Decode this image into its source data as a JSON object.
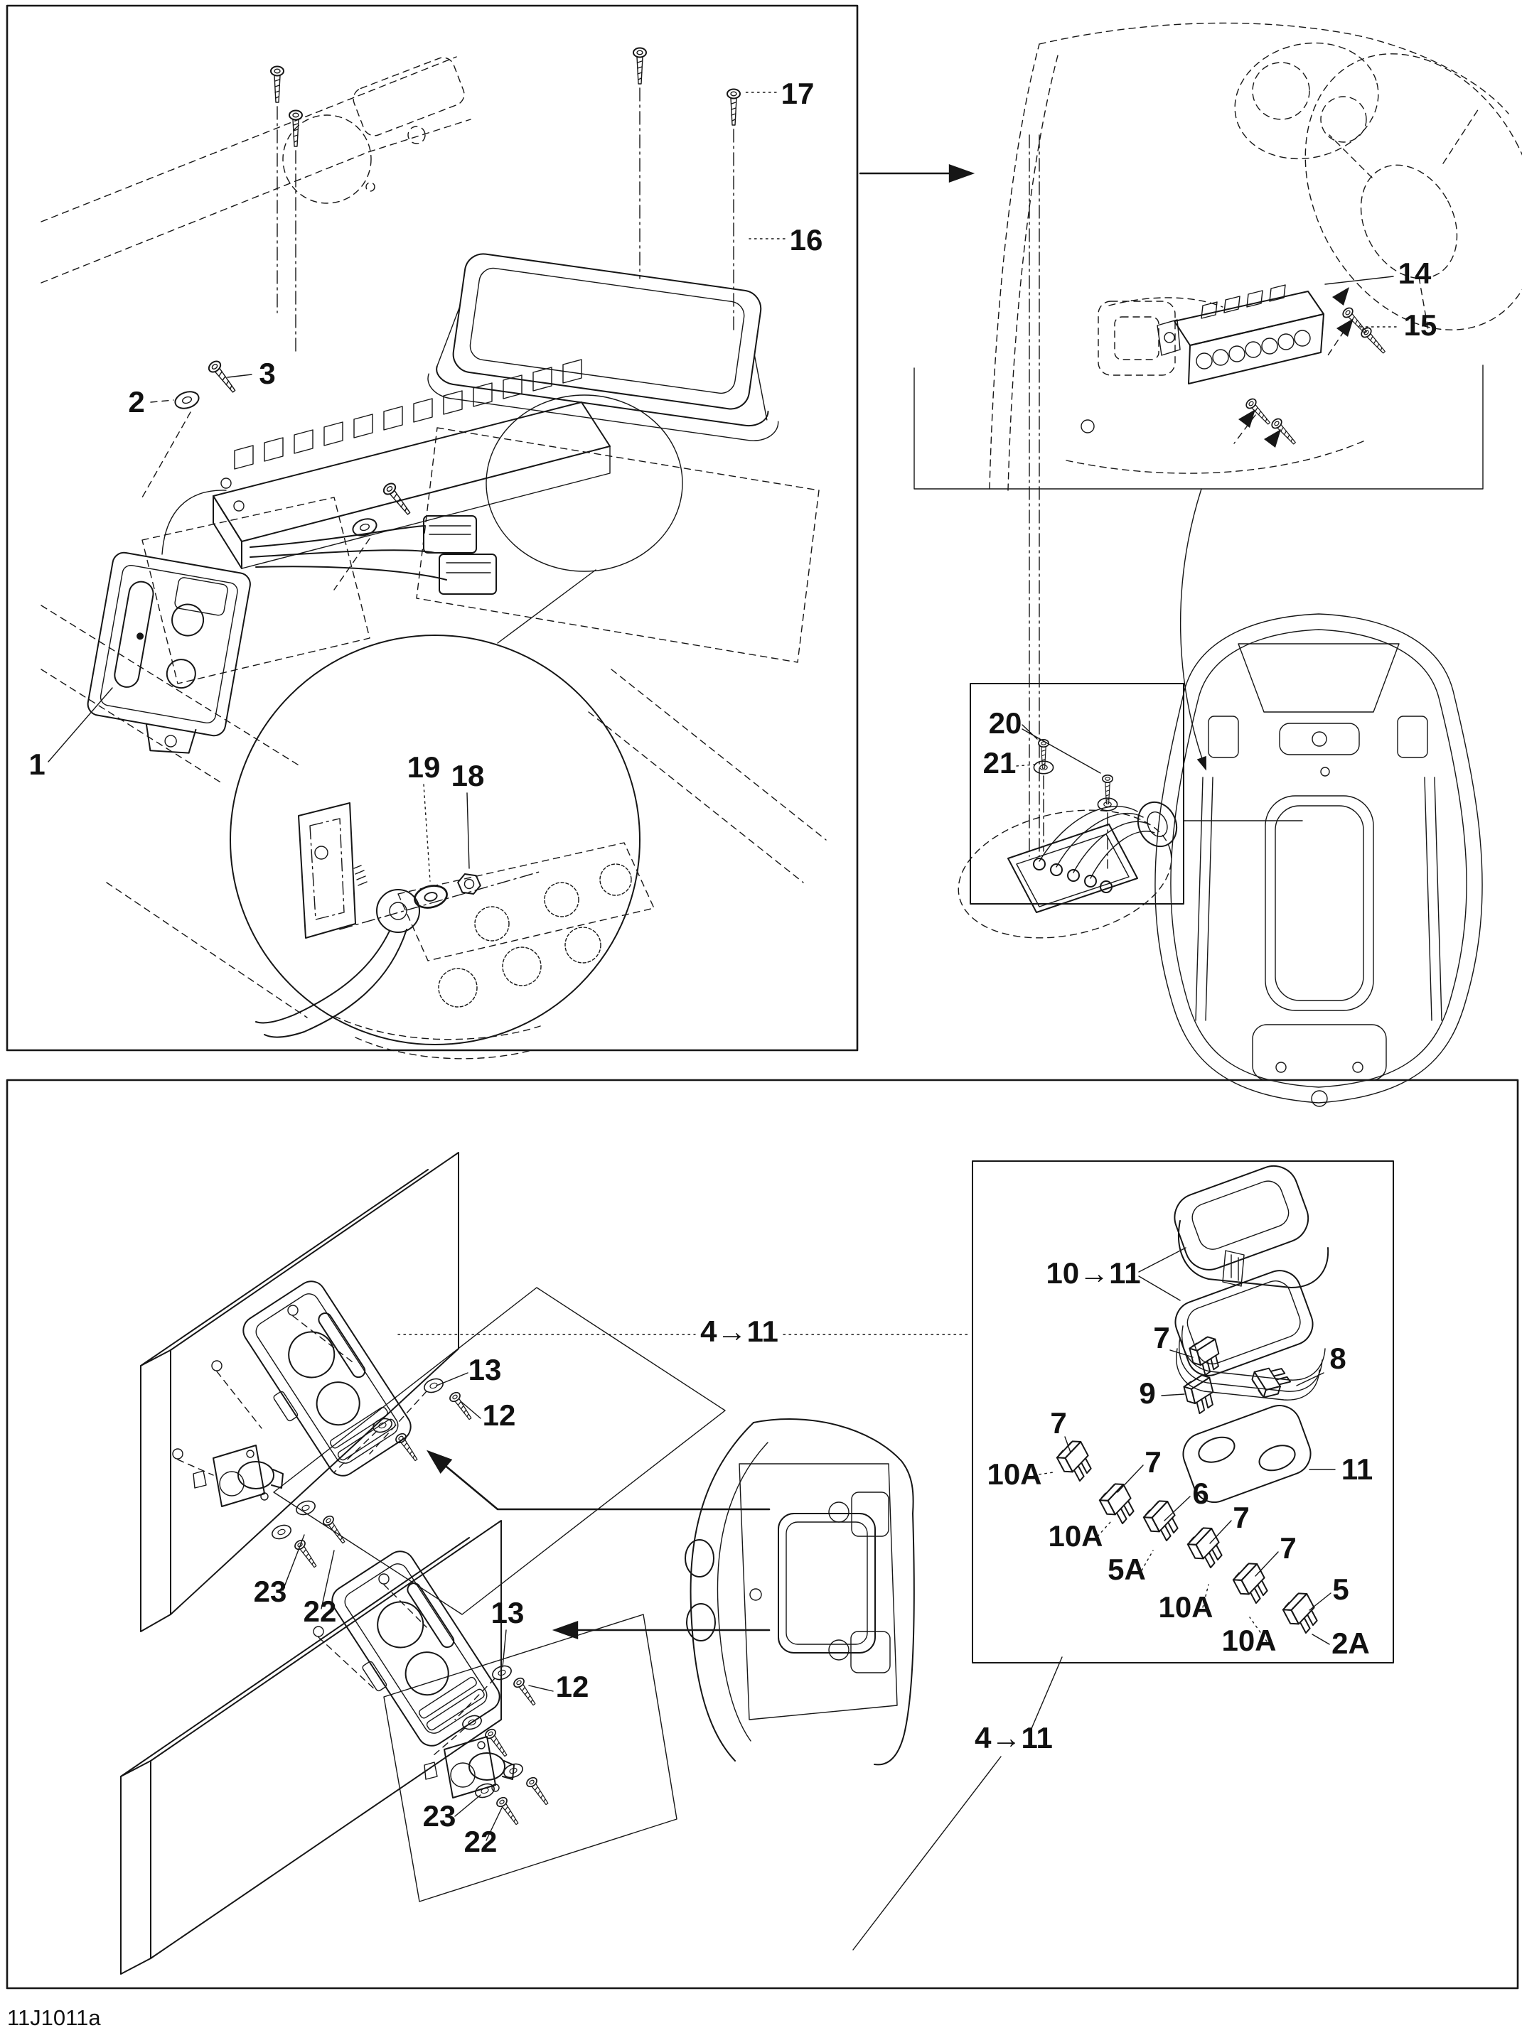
{
  "document": {
    "code": "11J1011a",
    "kind": "exploded-parts-diagram",
    "line_color": "#161616",
    "background": "#ffffff"
  },
  "callouts": [
    {
      "part": "17",
      "text": "17"
    },
    {
      "part": "16",
      "text": "16"
    },
    {
      "part": "3",
      "text": "3"
    },
    {
      "part": "2",
      "text": "2"
    },
    {
      "part": "1",
      "text": "1"
    },
    {
      "part": "19",
      "text": "19"
    },
    {
      "part": "18",
      "text": "18"
    },
    {
      "part": "14",
      "text": "14"
    },
    {
      "part": "15",
      "text": "15"
    },
    {
      "part": "20",
      "text": "20"
    },
    {
      "part": "21",
      "text": "21"
    },
    {
      "part": "4-11-top",
      "text": "4→11"
    },
    {
      "part": "13-upper",
      "text": "13"
    },
    {
      "part": "12-upper",
      "text": "12"
    },
    {
      "part": "23-upper",
      "text": "23"
    },
    {
      "part": "22-upper",
      "text": "22"
    },
    {
      "part": "13-lower",
      "text": "13"
    },
    {
      "part": "12-lower",
      "text": "12"
    },
    {
      "part": "23-lower",
      "text": "23"
    },
    {
      "part": "22-lower",
      "text": "22"
    },
    {
      "part": "4-11-bottom",
      "text": "4→11"
    },
    {
      "part": "10-11",
      "text": "10→11"
    },
    {
      "part": "7-top",
      "text": "7"
    },
    {
      "part": "9",
      "text": "9"
    },
    {
      "part": "8",
      "text": "8"
    },
    {
      "part": "11",
      "text": "11"
    },
    {
      "part": "7-a",
      "text": "7"
    },
    {
      "part": "10A-a",
      "text": "10A"
    },
    {
      "part": "7-b",
      "text": "7"
    },
    {
      "part": "10A-b",
      "text": "10A"
    },
    {
      "part": "6",
      "text": "6"
    },
    {
      "part": "5A",
      "text": "5A"
    },
    {
      "part": "7-c",
      "text": "7"
    },
    {
      "part": "10A-c",
      "text": "10A"
    },
    {
      "part": "7-d",
      "text": "7"
    },
    {
      "part": "10A-d",
      "text": "10A"
    },
    {
      "part": "5",
      "text": "5"
    },
    {
      "part": "2A",
      "text": "2A"
    }
  ]
}
